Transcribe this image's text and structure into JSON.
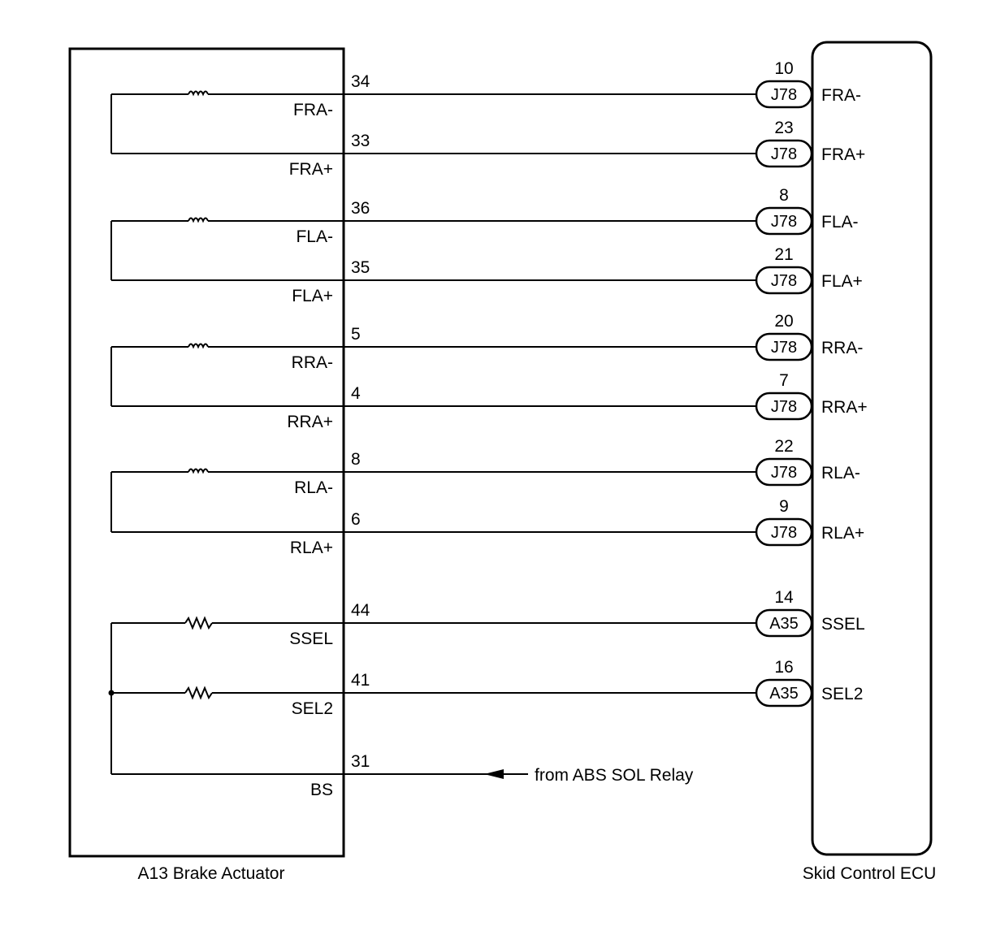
{
  "actuator": {
    "caption": "A13 Brake Actuator"
  },
  "ecu": {
    "caption": "Skid Control ECU"
  },
  "relay_note": "from ABS SOL Relay",
  "circuits": [
    {
      "kind": "coil",
      "top": {
        "pin": "34",
        "signal": "FRA-",
        "ecu_pin": "10",
        "connector": "J78",
        "ecu_signal": "FRA-"
      },
      "bottom": {
        "pin": "33",
        "signal": "FRA+",
        "ecu_pin": "23",
        "connector": "J78",
        "ecu_signal": "FRA+"
      }
    },
    {
      "kind": "coil",
      "top": {
        "pin": "36",
        "signal": "FLA-",
        "ecu_pin": "8",
        "connector": "J78",
        "ecu_signal": "FLA-"
      },
      "bottom": {
        "pin": "35",
        "signal": "FLA+",
        "ecu_pin": "21",
        "connector": "J78",
        "ecu_signal": "FLA+"
      }
    },
    {
      "kind": "coil",
      "top": {
        "pin": "5",
        "signal": "RRA-",
        "ecu_pin": "20",
        "connector": "J78",
        "ecu_signal": "RRA-"
      },
      "bottom": {
        "pin": "4",
        "signal": "RRA+",
        "ecu_pin": "7",
        "connector": "J78",
        "ecu_signal": "RRA+"
      }
    },
    {
      "kind": "coil",
      "top": {
        "pin": "8",
        "signal": "RLA-",
        "ecu_pin": "22",
        "connector": "J78",
        "ecu_signal": "RLA-"
      },
      "bottom": {
        "pin": "6",
        "signal": "RLA+",
        "ecu_pin": "9",
        "connector": "J78",
        "ecu_signal": "RLA+"
      }
    }
  ],
  "switch_lines": [
    {
      "pin": "44",
      "signal": "SSEL",
      "ecu_pin": "14",
      "connector": "A35",
      "ecu_signal": "SSEL"
    },
    {
      "pin": "41",
      "signal": "SEL2",
      "ecu_pin": "16",
      "connector": "A35",
      "ecu_signal": "SEL2"
    }
  ],
  "bs_line": {
    "pin": "31",
    "signal": "BS"
  }
}
